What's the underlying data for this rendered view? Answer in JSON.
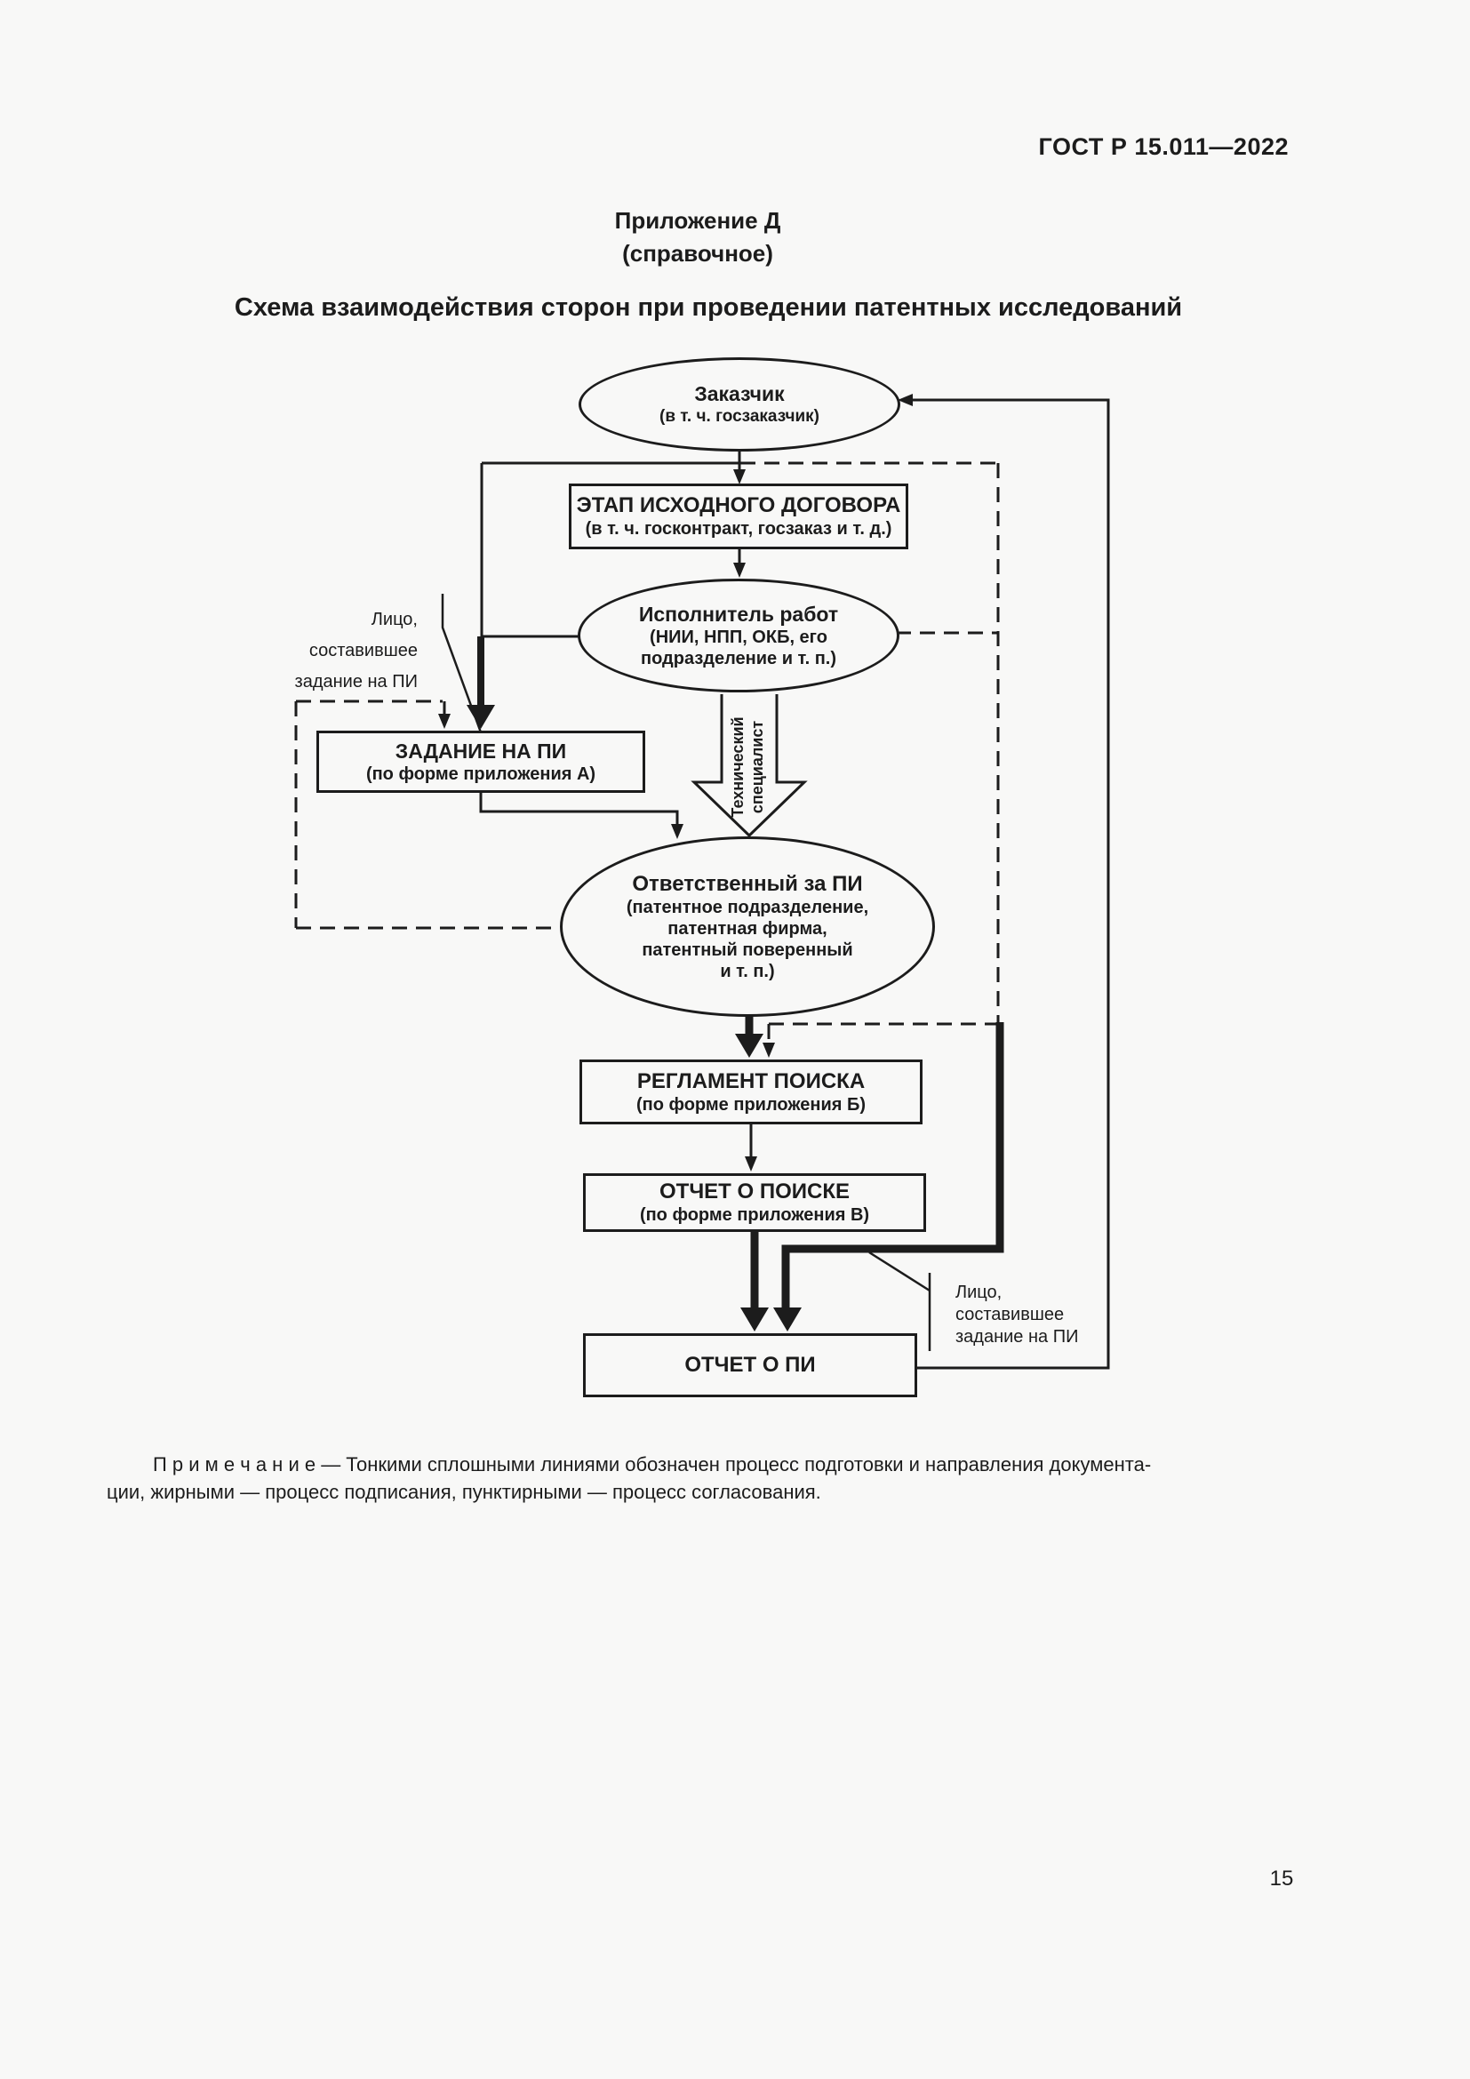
{
  "page": {
    "header": "ГОСТ Р 15.011—2022",
    "appendix": "Приложение Д\n(справочное)",
    "title": "Схема взаимодействия сторон при проведении патентных исследований",
    "note_line1": "П р и м е ч а н и е — Тонкими сплошными линиями обозначен процесс подготовки и направления документа-",
    "note_line2": "ции, жирными — процесс подписания, пунктирными — процесс согласования.",
    "page_number": "15"
  },
  "diagram": {
    "ink_color": "#1c1c1c",
    "paper_color": "#f8f8f7",
    "zakazchik_title": "Заказчик",
    "zakazchik_sub": "(в т. ч. госзаказчик)",
    "etap_title": "ЭТАП ИСХОДНОГО ДОГОВОРА",
    "etap_sub": "(в т. ч. госконтракт, госзаказ и т. д.)",
    "ispolnitel_title": "Исполнитель работ",
    "ispolnitel_sub": "(НИИ, НПП, ОКБ, его\nподразделение и т. п.)",
    "tech_specialist": "Технический\nспециалист",
    "callout_top": "Лицо,\nсоставившее\nзадание на ПИ",
    "zadanie_title": "ЗАДАНИЕ НА ПИ",
    "zadanie_sub": "(по форме приложения А)",
    "otvetstvennyj_title": "Ответственный за ПИ",
    "otvetstvennyj_sub": "(патентное подразделение,\nпатентная фирма,\nпатентный поверенный\nи т. п.)",
    "reglament_title": "РЕГЛАМЕНТ ПОИСКА",
    "reglament_sub": "(по форме приложения Б)",
    "otchet_poisk_title": "ОТЧЕТ О ПОИСКЕ",
    "otchet_poisk_sub": "(по форме приложения В)",
    "otchet_pi_title": "ОТЧЕТ О ПИ",
    "callout_bottom": "Лицо,\nсоставившее\nзадание на ПИ"
  }
}
